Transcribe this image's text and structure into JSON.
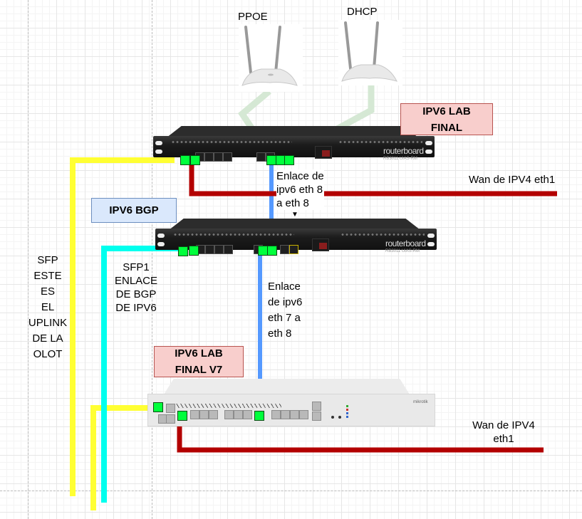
{
  "devices": {
    "pppoe_router": {
      "label": "PPOE"
    },
    "dhcp_router": {
      "label": "DHCP"
    },
    "rb_top": {
      "brand": "routerboard",
      "model": "RB3011 UiAS-RM",
      "tag": "IPV6 LAB FINAL",
      "tag_lines": [
        "IPV6 LAB",
        "FINAL"
      ]
    },
    "rb_mid": {
      "brand": "routerboard",
      "model": "RB3011 UiAS-RM",
      "tag": "IPV6 BGP"
    },
    "ccr": {
      "brand": "mikrotik",
      "tag_lines": [
        "IPV6 LAB",
        "FINAL V7"
      ]
    }
  },
  "labels": {
    "link_top": [
      "Enlace de",
      "ipv6 eth 8",
      "a eth 8"
    ],
    "wan_top": "Wan de IPV4 eth1",
    "sfp_uplink": [
      "SFP",
      "ESTE ES",
      "EL",
      "UPLINK",
      "DE LA",
      "OLOT"
    ],
    "sfp1_bgp": [
      "SFP1",
      "ENLACE",
      "DE BGP",
      "DE IPV6"
    ],
    "link_bottom": [
      "Enlace",
      "de ipv6",
      "eth 7 a",
      "eth 8"
    ],
    "wan_bottom": [
      "Wan de IPV4",
      "eth1"
    ]
  },
  "colors": {
    "uplink": "#ffff33",
    "bgp": "#00ffee",
    "ipv6_link": "#5599ff",
    "wan": "#b30000",
    "lan": "#d5e8d4",
    "port_marker": "#00ff3c"
  }
}
